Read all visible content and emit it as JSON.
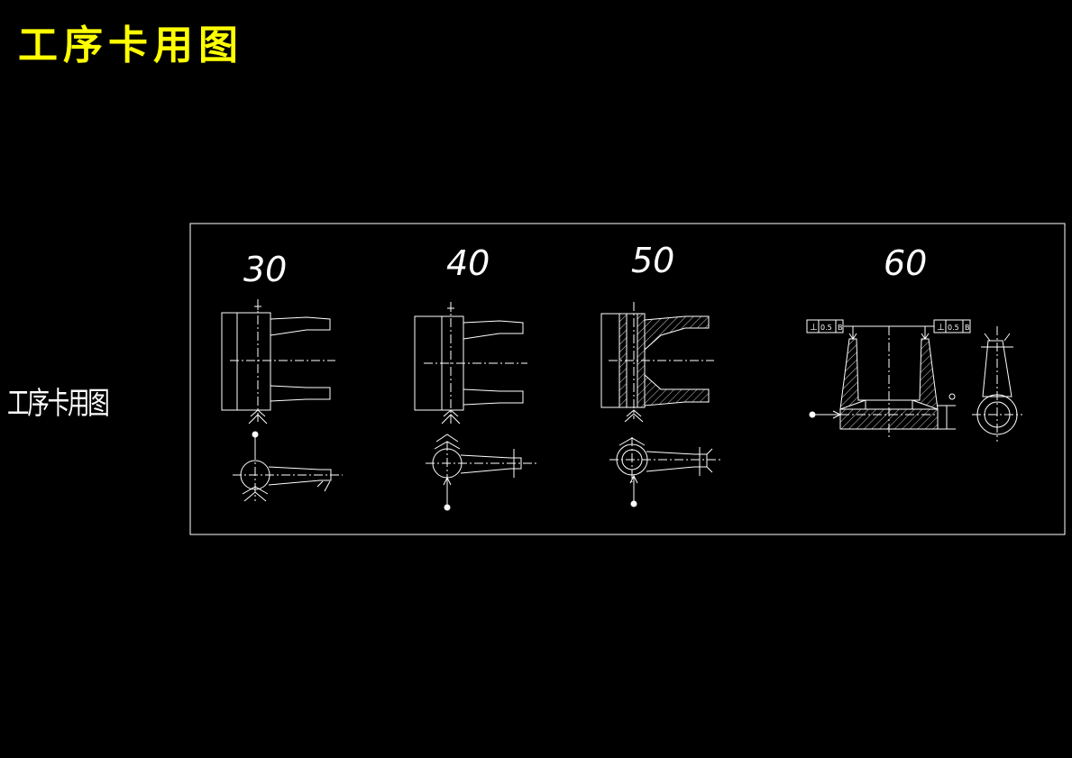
{
  "title": "工序卡用图",
  "side_label": "工序卡用图",
  "operations": [
    {
      "number": "30"
    },
    {
      "number": "40"
    },
    {
      "number": "50"
    },
    {
      "number": "60"
    }
  ],
  "tolerance_frames": [
    {
      "symbol": "⊥",
      "value": "0.5",
      "datum": "B"
    },
    {
      "symbol": "⊥",
      "value": "0.5",
      "datum": "B"
    }
  ],
  "colors": {
    "background": "#000000",
    "title": "#ffff00",
    "lines": "#ffffff",
    "hatch": "#ffffff"
  }
}
